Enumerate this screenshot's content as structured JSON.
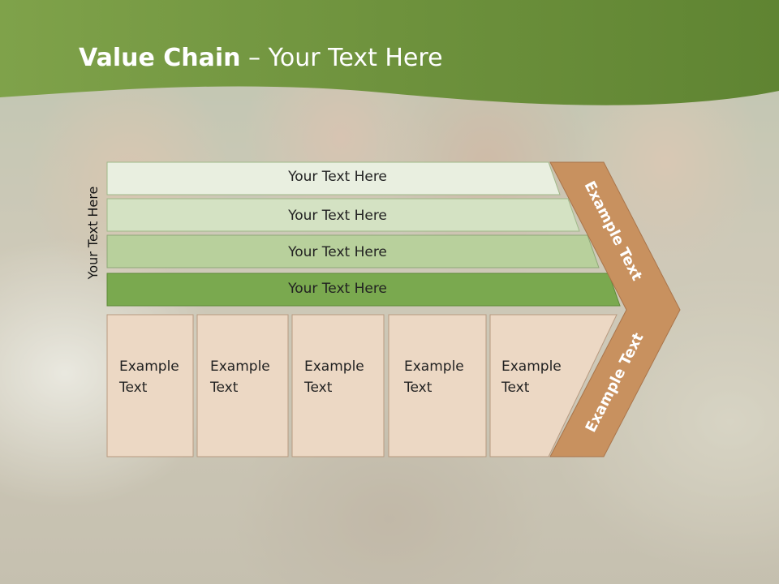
{
  "slide": {
    "title_bold": "Value Chain",
    "title_rest": " – Your Text Here",
    "side_label": "Your Text Here"
  },
  "bars": [
    {
      "label": "Your Text Here",
      "fill": "#e9efe0"
    },
    {
      "label": "Your Text Here",
      "fill": "#d4e2c3"
    },
    {
      "label": "Your Text Here",
      "fill": "#b8d09c"
    },
    {
      "label": "Your Text Here",
      "fill": "#7aa94f"
    }
  ],
  "boxes": [
    {
      "line1": "Example",
      "line2": "Text"
    },
    {
      "line1": "Example",
      "line2": "Text"
    },
    {
      "line1": "Example",
      "line2": "Text"
    },
    {
      "line1": "Example",
      "line2": "Text"
    },
    {
      "line1": "Example",
      "line2": "Text"
    }
  ],
  "chevron": {
    "upper_label": "Example Text",
    "lower_label": "Example Text"
  },
  "colors": {
    "header_green": "#6b8e3a",
    "box_fill": "#ecd8c4",
    "chevron_fill": "#c8915f"
  }
}
